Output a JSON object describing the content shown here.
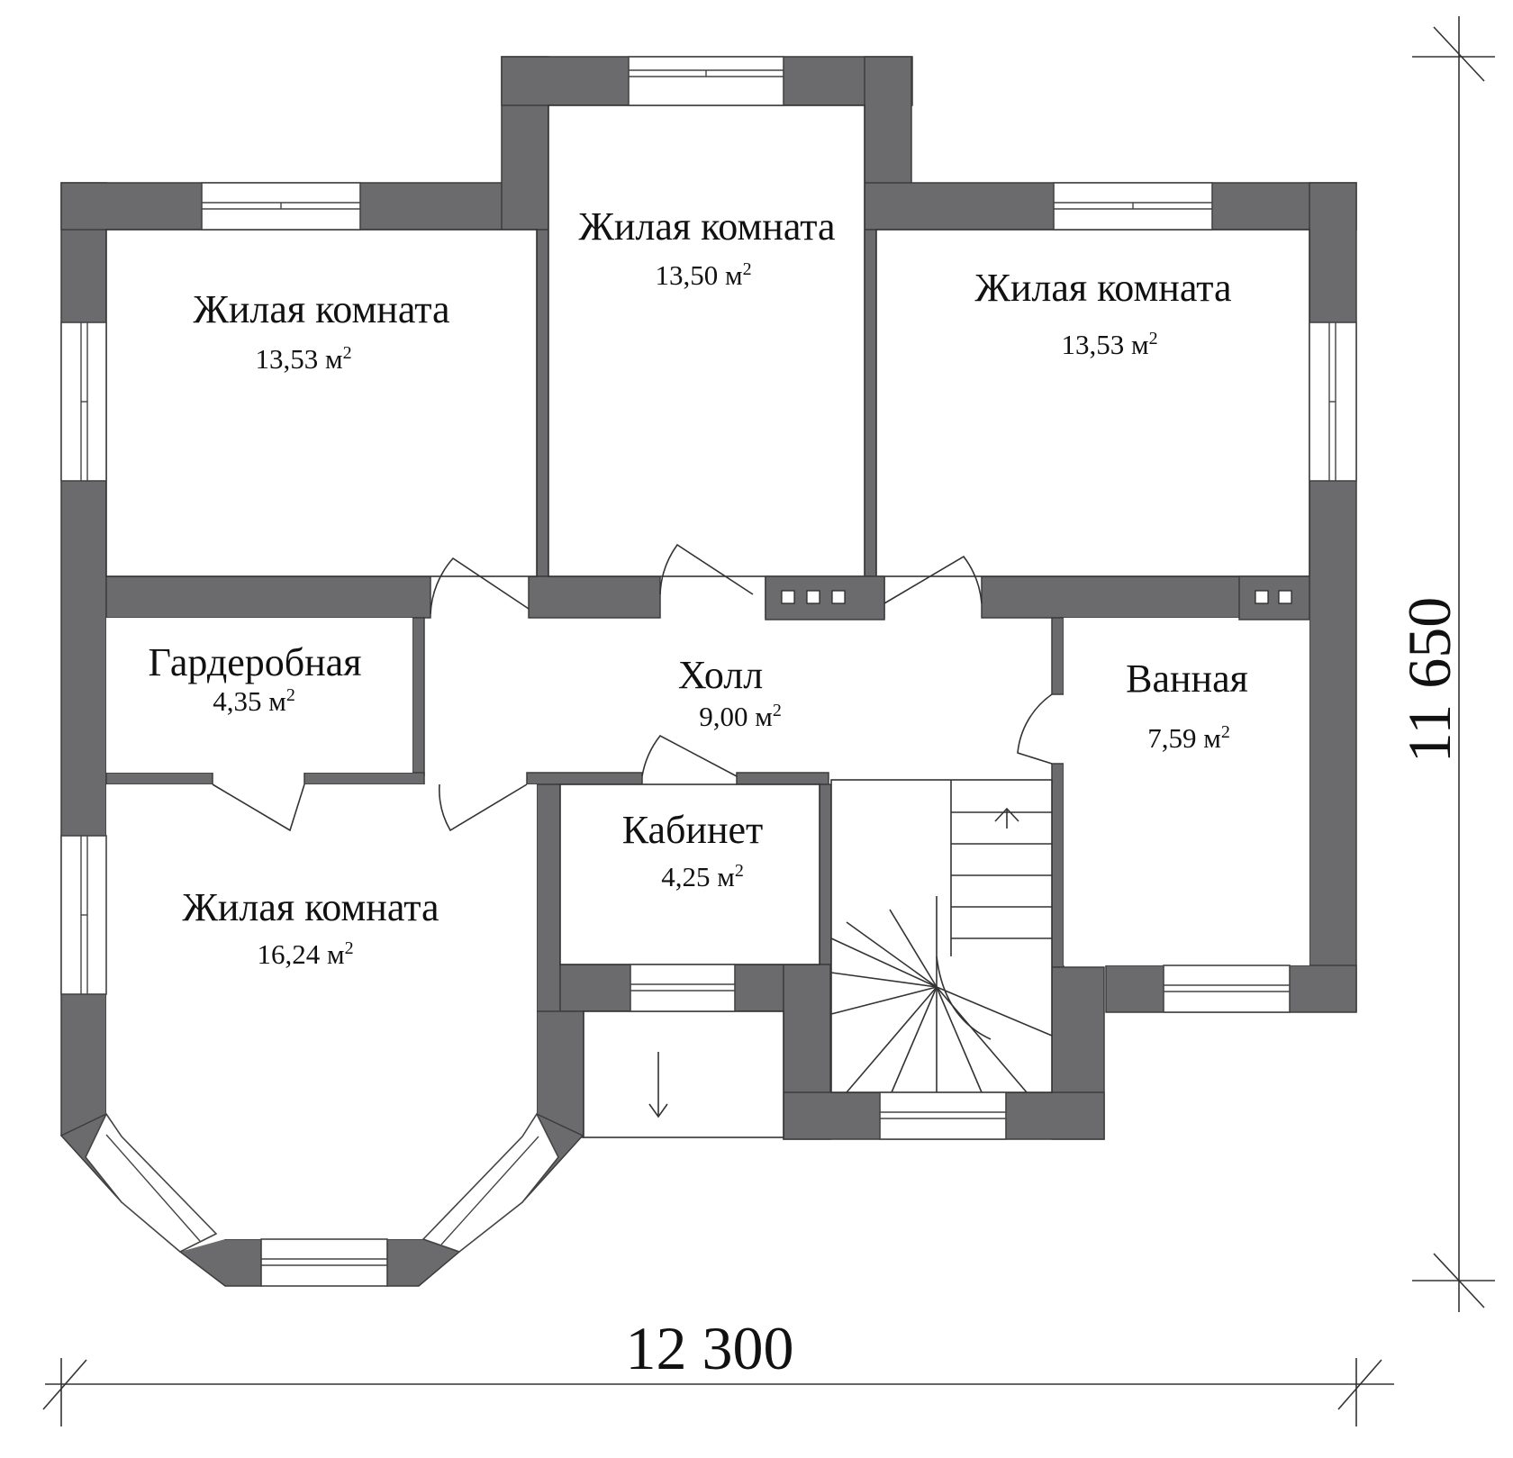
{
  "rooms": {
    "living_nw": {
      "name": "Жилая комната",
      "area": "13,53 м",
      "unit_sup": "2"
    },
    "living_n": {
      "name": "Жилая комната",
      "area": "13,50 м",
      "unit_sup": "2"
    },
    "living_ne": {
      "name": "Жилая комната",
      "area": "13,53 м",
      "unit_sup": "2"
    },
    "wardrobe": {
      "name": "Гардеробная",
      "area": "4,35 м",
      "unit_sup": "2"
    },
    "hall": {
      "name": "Холл",
      "area": "9,00 м",
      "unit_sup": "2"
    },
    "bathroom": {
      "name": "Ванная",
      "area": "7,59 м",
      "unit_sup": "2"
    },
    "study": {
      "name": "Кабинет",
      "area": "4,25 м",
      "unit_sup": "2"
    },
    "living_sw": {
      "name": "Жилая комната",
      "area": "16,24 м",
      "unit_sup": "2"
    }
  },
  "dimensions": {
    "width": "12 300",
    "height": "11 650"
  },
  "colors": {
    "wall": "#6b6b6d",
    "background": "#ffffff",
    "line": "#333333"
  }
}
